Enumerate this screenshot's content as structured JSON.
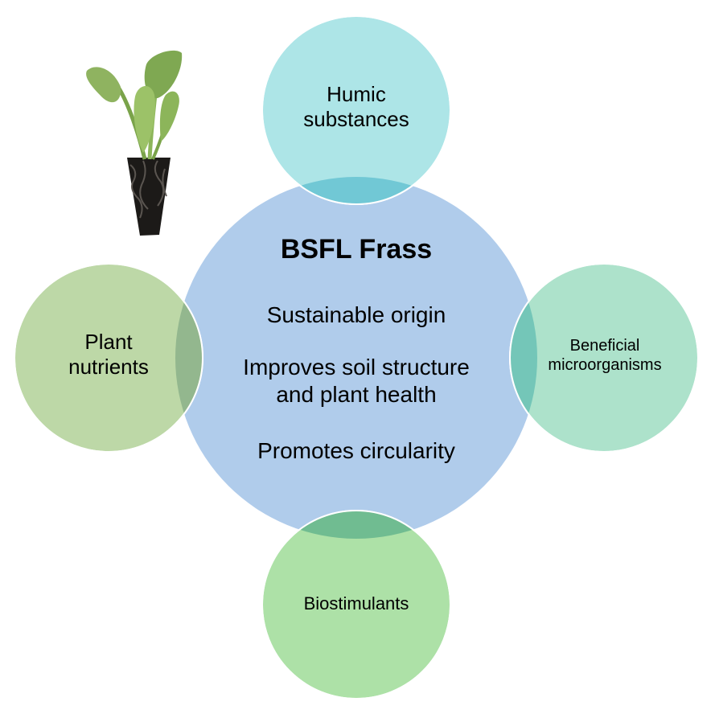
{
  "diagram": {
    "center": {
      "title": "BSFL Frass",
      "line1": "Sustainable origin",
      "line2a": "Improves soil structure",
      "line2b": "and plant health",
      "line3": "Promotes circularity",
      "color": "#b0cceb"
    },
    "top": {
      "line1": "Humic",
      "line2": "substances",
      "color": "#a6e3e5"
    },
    "left": {
      "line1": "Plant",
      "line2": "nutrients",
      "color": "#b7d59f"
    },
    "right": {
      "line1": "Beneficial",
      "line2": "microorganisms",
      "color": "#a6e0c7"
    },
    "bottom": {
      "line1": "Biostimulants",
      "color": "#a6de9f"
    }
  }
}
